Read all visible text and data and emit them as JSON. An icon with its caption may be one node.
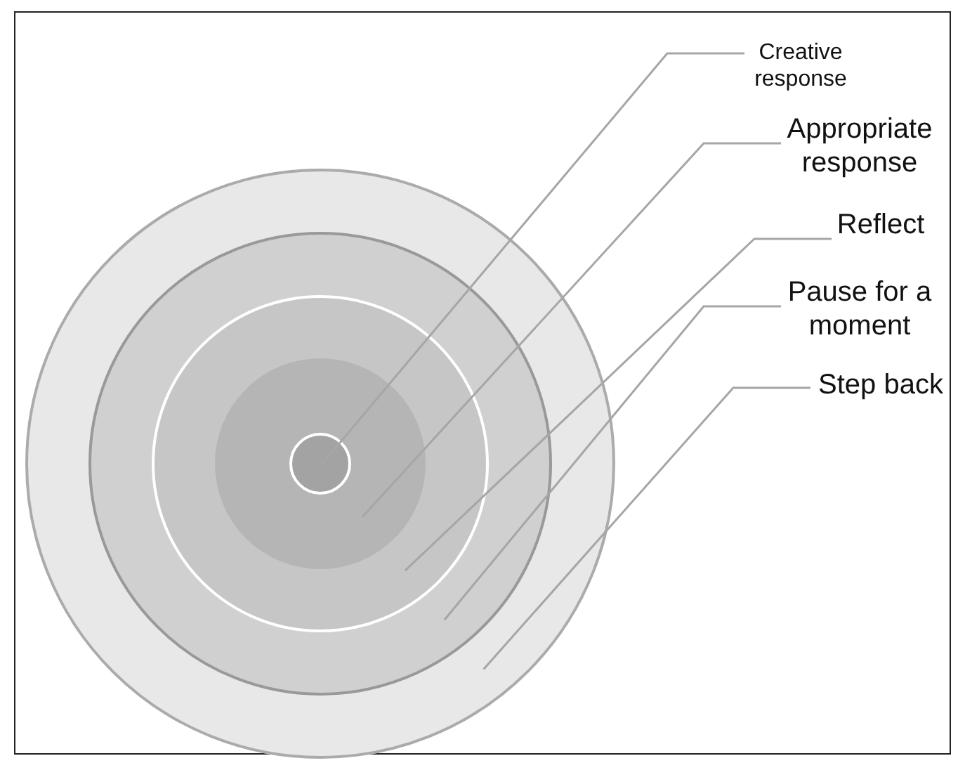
{
  "diagram": {
    "nodes": [
      {
        "text": [],
        "shape": "circle"
      },
      {
        "text": [],
        "shape": "circle",
        "in": 0
      },
      {
        "text": [],
        "shape": "circle",
        "in": 1
      },
      {
        "text": [],
        "shape": "circle",
        "in": 2
      },
      {
        "text": [],
        "shape": "circle",
        "in": 3
      },
      {
        "text": [
          "Creative response"
        ]
      },
      {
        "text": [
          "Appropriate response"
        ]
      },
      {
        "text": [
          "Reflect"
        ]
      },
      {
        "text": [
          "Pause for a moment"
        ]
      },
      {
        "text": [
          "Step back"
        ]
      }
    ],
    "edges": [
      {
        "from": 5,
        "to": 4,
        "arrow": "none"
      },
      {
        "from": 6,
        "to": 3,
        "arrow": "none"
      },
      {
        "from": 7,
        "to": 2,
        "arrow": "none"
      },
      {
        "from": 8,
        "to": 1,
        "arrow": "none"
      },
      {
        "from": 9,
        "to": 0,
        "arrow": "none"
      }
    ]
  }
}
